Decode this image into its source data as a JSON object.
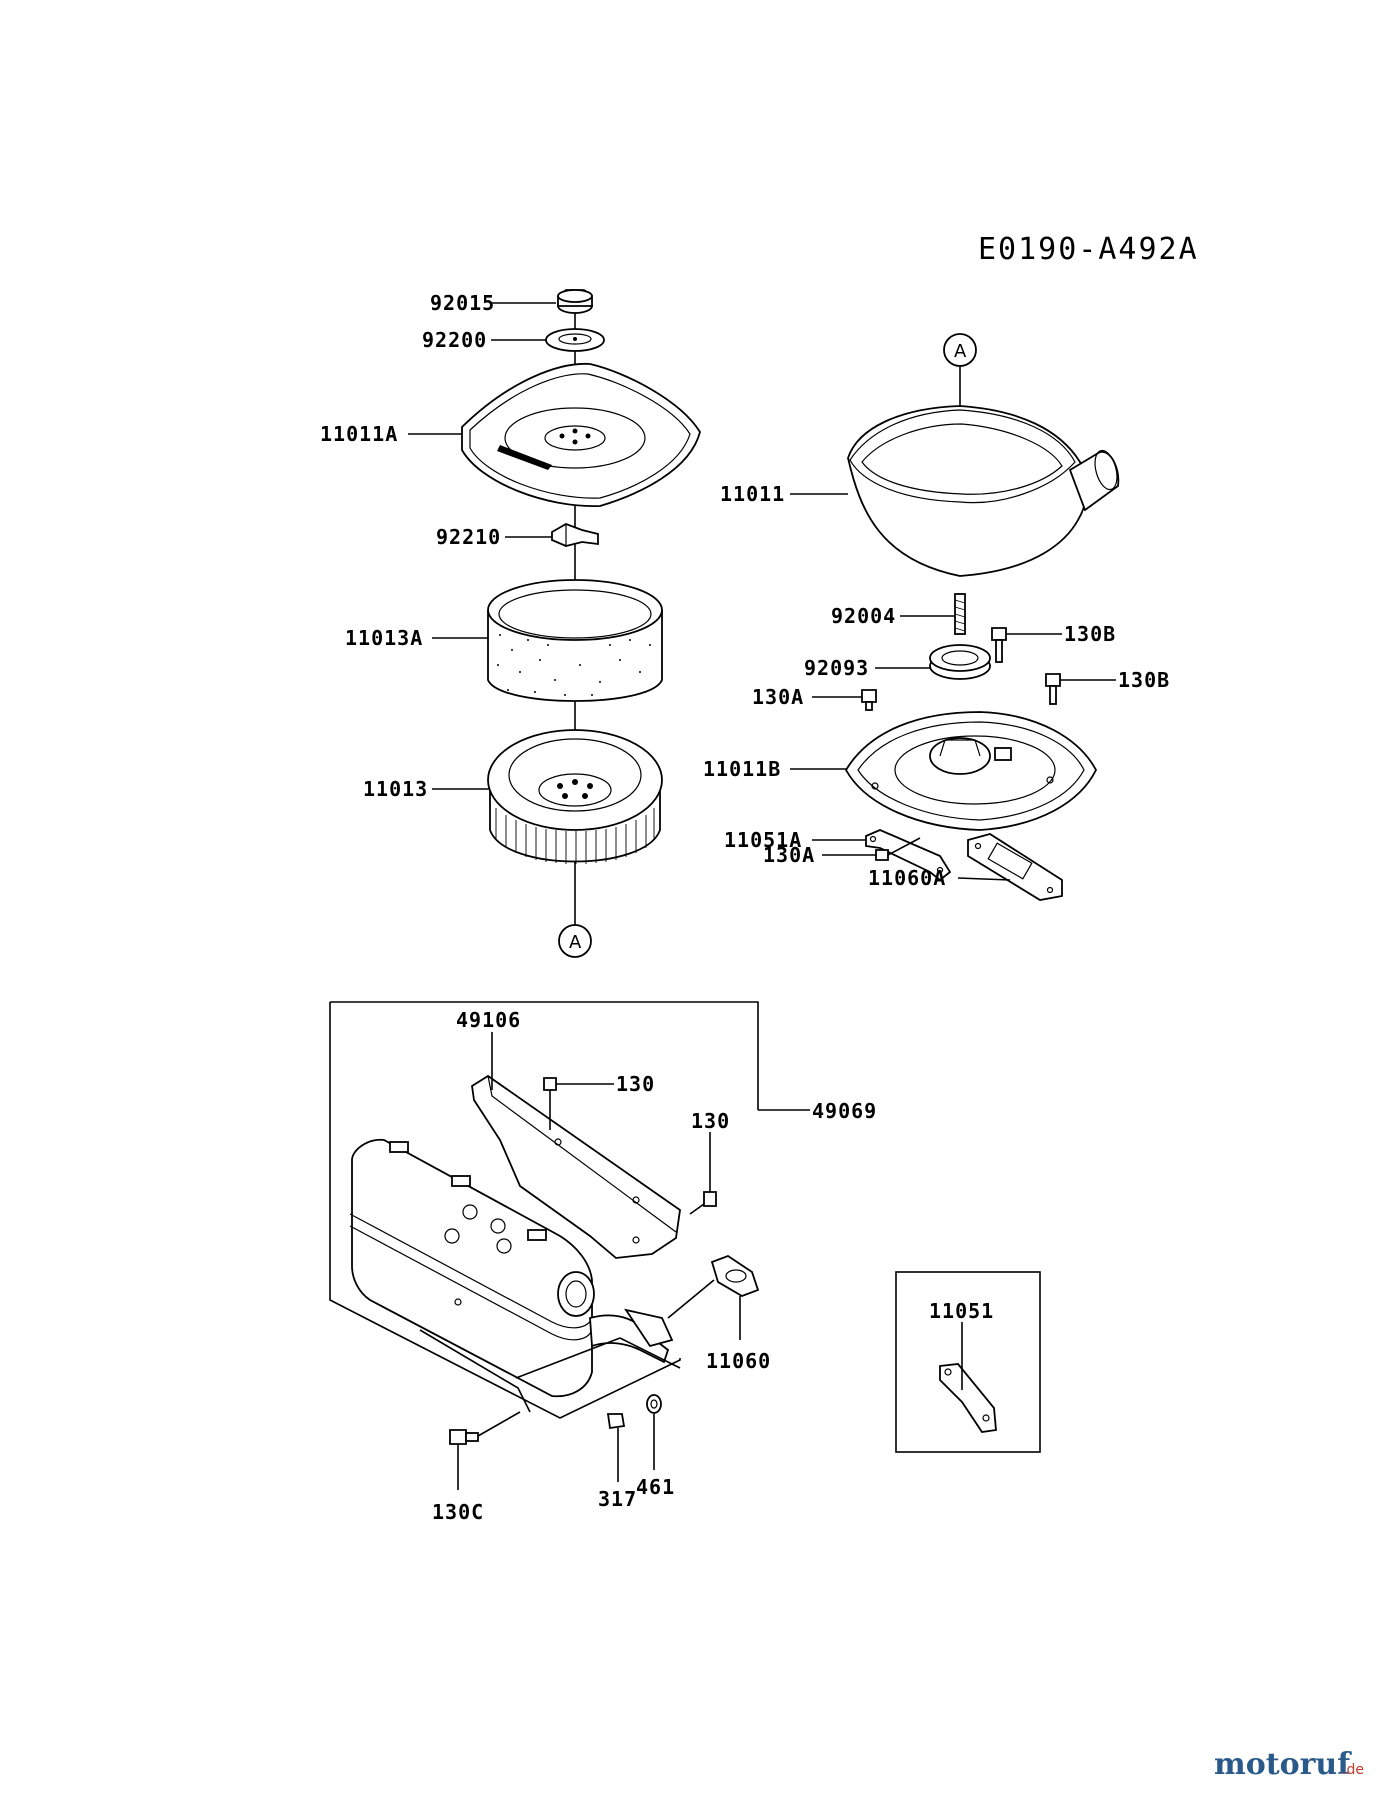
{
  "diagram_code": "E0190-A492A",
  "reference_marker": "A",
  "watermark": {
    "brand": "motoruf",
    "tld": ".de",
    "color": "#2a5a8a",
    "tld_color": "#c0392b"
  },
  "parts": {
    "p92015": "92015",
    "p92200": "92200",
    "p11011A": "11011A",
    "p92210": "92210",
    "p11013A": "11013A",
    "p11013": "11013",
    "p11011": "11011",
    "p92004": "92004",
    "p130B_1": "130B",
    "p92093": "92093",
    "p130B_2": "130B",
    "p130A_1": "130A",
    "p11011B": "11011B",
    "p11051A": "11051A",
    "p130A_2": "130A",
    "p11060A": "11060A",
    "p49106": "49106",
    "p130_1": "130",
    "p130_2": "130",
    "p49069": "49069",
    "p11060": "11060",
    "p11051": "11051",
    "p130C": "130C",
    "p317": "317",
    "p461": "461"
  }
}
